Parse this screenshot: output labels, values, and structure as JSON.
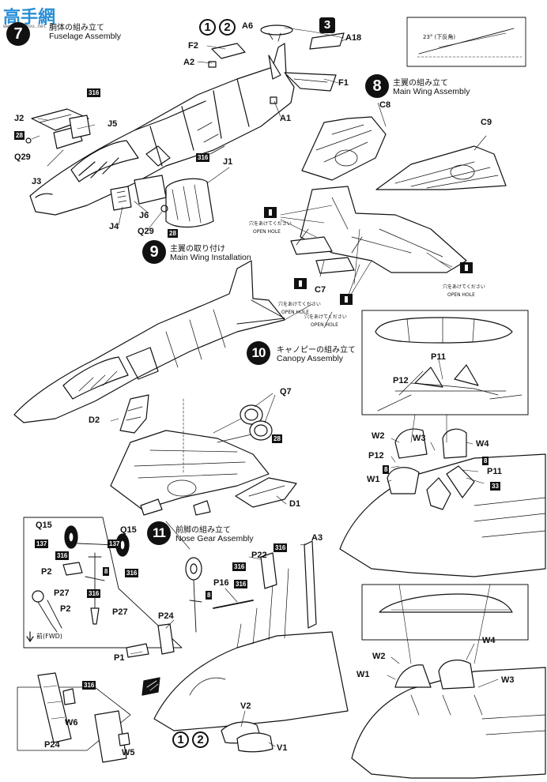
{
  "watermark": {
    "text": "高手網",
    "sub": "www.gaoshou.net"
  },
  "steps": {
    "s7": {
      "number": "7",
      "title_jp": "胴体の組み立て",
      "title_en": "Fuselage Assembly"
    },
    "s8": {
      "number": "8",
      "title_jp": "主翼の組み立て",
      "title_en": "Main Wing Assembly"
    },
    "s9": {
      "number": "9",
      "title_jp": "主翼の取り付け",
      "title_en": "Main Wing Installation"
    },
    "s10": {
      "number": "10",
      "title_jp": "キャノピーの組み立て",
      "title_en": "Canopy Assembly"
    },
    "s11": {
      "number": "11",
      "title_jp": "前脚の組み立て",
      "title_en": "Nose Gear Assembly"
    }
  },
  "variant_marks": {
    "v1": "1",
    "v2": "2",
    "v3": "3"
  },
  "angle_note": "23° (下反角)",
  "open_hole": {
    "jp": "穴をあけてください",
    "en": "OPEN HOLE"
  },
  "forward_note": "前(FWD)",
  "parts": {
    "A6": "A6",
    "A18": "A18",
    "F2": "F2",
    "A2": "A2",
    "F1": "F1",
    "A1": "A1",
    "J2": "J2",
    "J5": "J5",
    "Q29": "Q29",
    "J3": "J3",
    "J1": "J1",
    "J6": "J6",
    "J4": "J4",
    "Q29b": "Q29",
    "C8": "C8",
    "C9": "C9",
    "C7": "C7",
    "D2": "D2",
    "Q7": "Q7",
    "D1": "D1",
    "P11": "P11",
    "P12": "P12",
    "W2": "W2",
    "W3": "W3",
    "W4": "W4",
    "P12b": "P12",
    "P11b": "P11",
    "W1": "W1",
    "W2b": "W2",
    "W4b": "W4",
    "W1b": "W1",
    "W3b": "W3",
    "Q15": "Q15",
    "Q15b": "Q15",
    "P2": "P2",
    "P27": "P27",
    "P2b": "P2",
    "P27b": "P27",
    "A3": "A3",
    "P22": "P22",
    "P16": "P16",
    "P24": "P24",
    "P1": "P1",
    "W6": "W6",
    "P24b": "P24",
    "W5": "W5",
    "V2": "V2",
    "V1": "V1"
  },
  "badges": {
    "b316a": "316",
    "b316b": "316",
    "b28a": "28",
    "b28b": "28",
    "b28c": "28",
    "b8a": "8",
    "b8b": "8",
    "b33": "33",
    "b137a": "137",
    "b137b": "137",
    "b316c": "316",
    "b316d": "316",
    "b316e": "316",
    "b8c": "8",
    "b316f": "316",
    "b316g": "316",
    "b316h": "316",
    "b8d": "8",
    "b316i": "316"
  },
  "colors": {
    "ink": "#111111",
    "paper": "#ffffff",
    "watermark": "#2a8fd6"
  }
}
